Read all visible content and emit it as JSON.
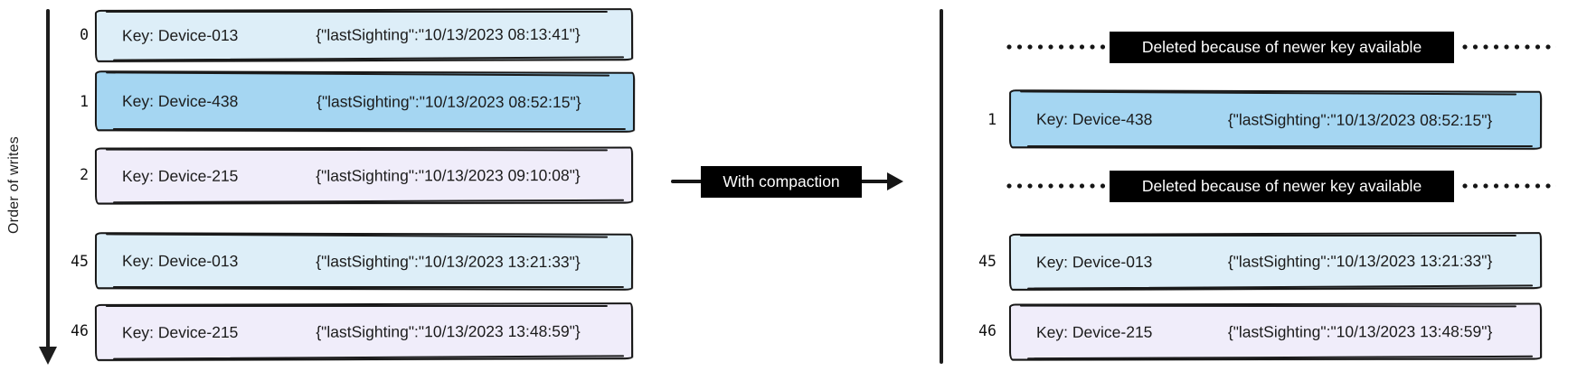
{
  "diagram_title_semantics": "log compaction before and after",
  "left_panel": {
    "axis_label": "Order of writes",
    "rows": [
      {
        "id": "0",
        "key": "Key: Device-013",
        "value": "{\"lastSighting\":\"10/13/2023 08:13:41\"}",
        "color": "light-blue"
      },
      {
        "id": "1",
        "key": "Key: Device-438",
        "value": "{\"lastSighting\":\"10/13/2023 08:52:15\"}",
        "color": "blue"
      },
      {
        "id": "2",
        "key": "Key: Device-215",
        "value": "{\"lastSighting\":\"10/13/2023 09:10:08\"}",
        "color": "lavender"
      },
      {
        "id": "45",
        "key": "Key: Device-013",
        "value": "{\"lastSighting\":\"10/13/2023 13:21:33\"}",
        "color": "light-blue"
      },
      {
        "id": "46",
        "key": "Key: Device-215",
        "value": "{\"lastSighting\":\"10/13/2023 13:48:59\"}",
        "color": "lavender"
      }
    ]
  },
  "transform_arrow": {
    "label": "With compaction"
  },
  "right_panel": {
    "deleted_banner_1": "Deleted because of newer key available",
    "deleted_banner_2": "Deleted because of newer key available",
    "rows": [
      {
        "id": "1",
        "key": "Key: Device-438",
        "value": "{\"lastSighting\":\"10/13/2023 08:52:15\"}",
        "color": "blue"
      },
      {
        "id": "45",
        "key": "Key: Device-013",
        "value": "{\"lastSighting\":\"10/13/2023 13:21:33\"}",
        "color": "light-blue"
      },
      {
        "id": "46",
        "key": "Key: Device-215",
        "value": "{\"lastSighting\":\"10/13/2023 13:48:59\"}",
        "color": "lavender"
      }
    ]
  },
  "palette": {
    "record_light_blue": "#ddeef8",
    "record_blue": "#a5d6f2",
    "record_lavender": "#f0edfa",
    "banner_background": "#000000",
    "banner_text": "#ffffff",
    "stroke": "#161616"
  }
}
